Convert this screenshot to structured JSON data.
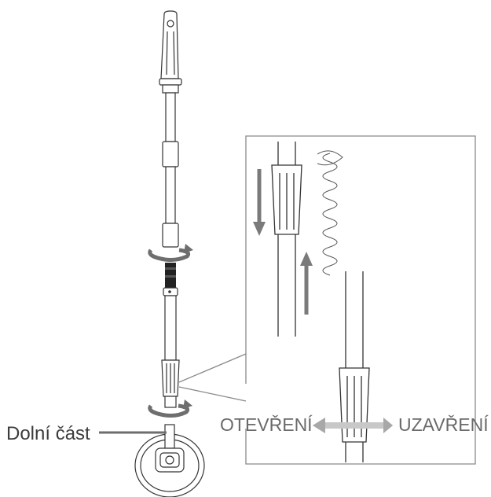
{
  "labels": {
    "bottom_part": "Dolní část",
    "open": "OTEVŘENÍ",
    "close": "UZAVŘENÍ"
  },
  "colors": {
    "line": "#333333",
    "arrow_gray": "#7a7a7a",
    "arrow_light": "#c8c8c8",
    "frame": "#8a8a8a",
    "label": "#555555"
  },
  "icons": {
    "rotate": "rotate-arrow-icon",
    "push_down": "arrow-down-icon",
    "pull_up": "arrow-up-icon",
    "open_close": "double-arrow-icon"
  }
}
